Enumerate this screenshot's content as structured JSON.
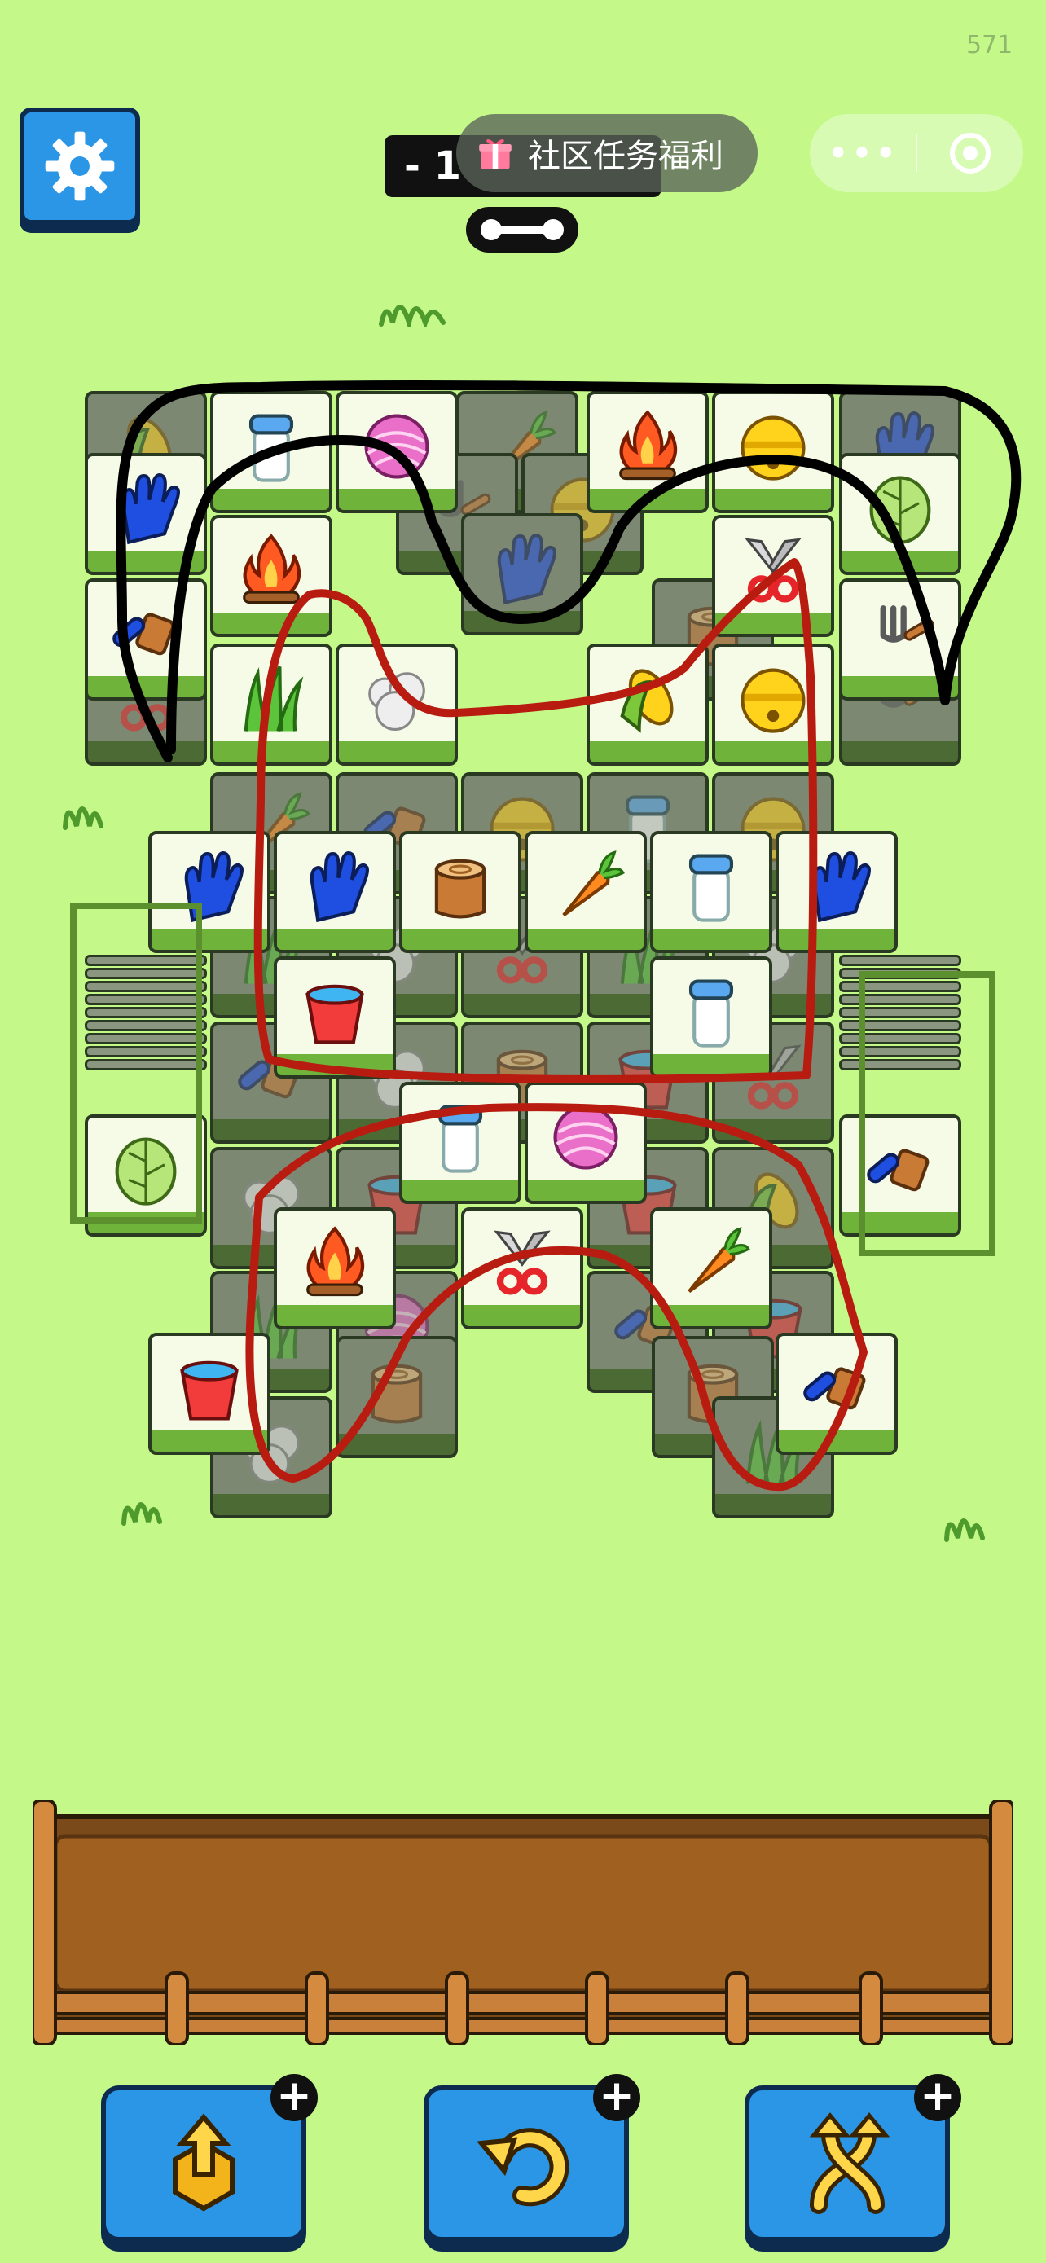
{
  "hud": {
    "fps": "571",
    "level_text": "- 1",
    "task_label": "社区任务福利",
    "capsule_menu": "•••"
  },
  "colors": {
    "background": "#c4f98a",
    "button_blue": "#2b95e6",
    "tile_face": "#f6fbe7",
    "tile_base": "#6fb33b",
    "tray_wood": "#a0601f",
    "red_sketch": "#b81c10",
    "black_sketch": "#000000",
    "green_box": "#5c8f2e"
  },
  "toolbar": {
    "items": [
      {
        "name": "move-out",
        "icon": "box-up-icon",
        "badge": "+"
      },
      {
        "name": "undo",
        "icon": "undo-arrow-icon",
        "badge": "+"
      },
      {
        "name": "shuffle",
        "icon": "shuffle-arrows-icon",
        "badge": "+"
      }
    ]
  },
  "board": {
    "tile_types": [
      "glove",
      "milk",
      "yarn",
      "bonfire",
      "bell",
      "cabbage",
      "fork",
      "scissors",
      "grass",
      "cotton",
      "corn",
      "stump",
      "carrot",
      "bucket",
      "brush"
    ]
  }
}
